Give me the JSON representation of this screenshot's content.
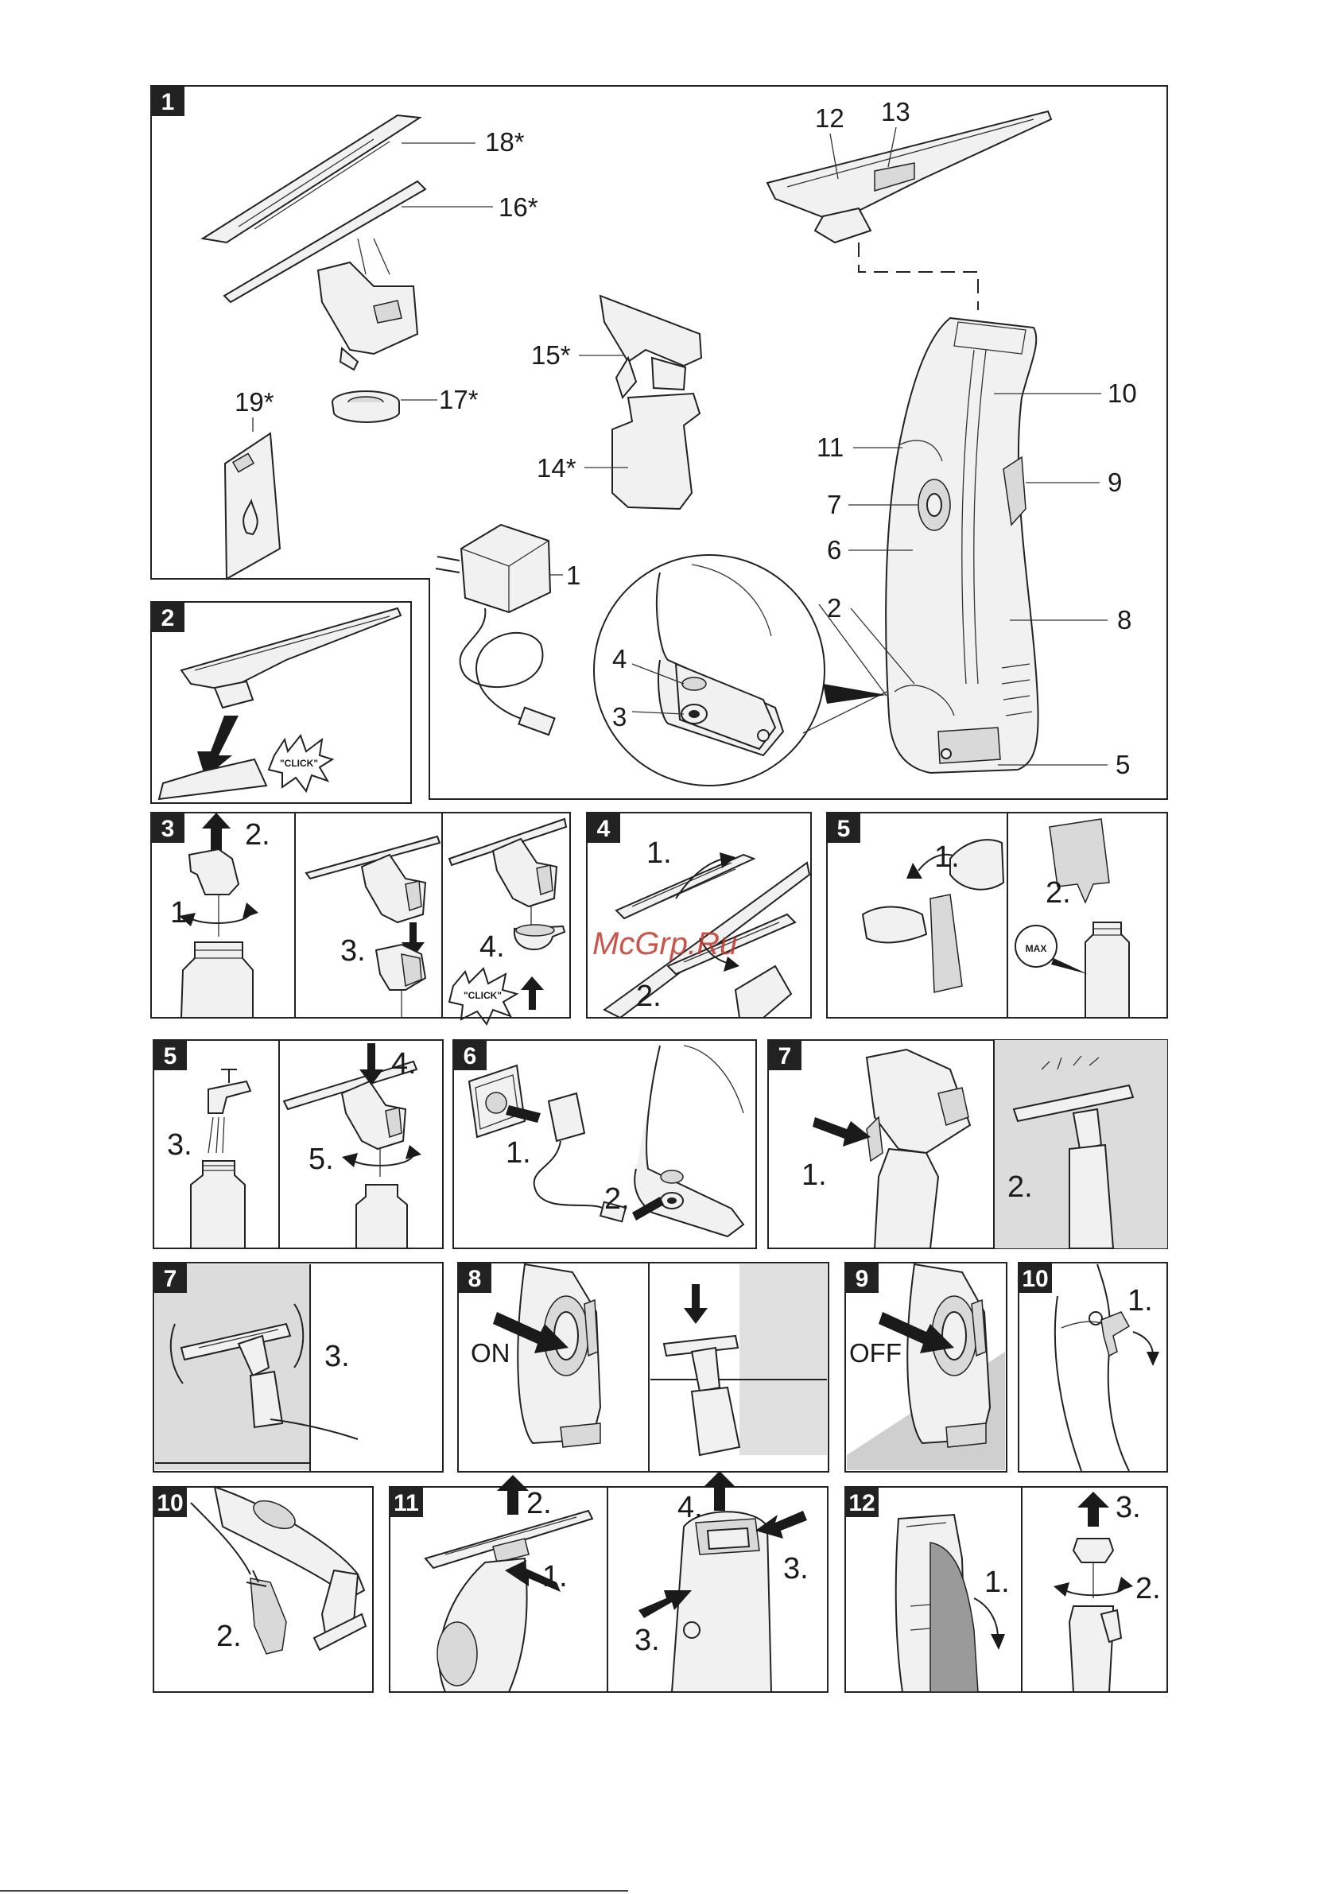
{
  "panels": [
    {
      "id": "1",
      "badge": "1"
    },
    {
      "id": "2",
      "badge": "2"
    },
    {
      "id": "3",
      "badge": "3"
    },
    {
      "id": "4",
      "badge": "4"
    },
    {
      "id": "5a",
      "badge": "5"
    },
    {
      "id": "5b",
      "badge": "5"
    },
    {
      "id": "6",
      "badge": "6"
    },
    {
      "id": "7a",
      "badge": "7"
    },
    {
      "id": "7b",
      "badge": "7"
    },
    {
      "id": "8",
      "badge": "8"
    },
    {
      "id": "9",
      "badge": "9"
    },
    {
      "id": "10a",
      "badge": "10"
    },
    {
      "id": "10b",
      "badge": "10"
    },
    {
      "id": "11",
      "badge": "11"
    },
    {
      "id": "12",
      "badge": "12"
    }
  ],
  "callouts": {
    "p1": [
      "18*",
      "16*",
      "12",
      "13",
      "15*",
      "17*",
      "19*",
      "10",
      "11",
      "14*",
      "9",
      "7",
      "6",
      "1",
      "2",
      "8",
      "4",
      "3",
      "5"
    ]
  },
  "steps": {
    "p3": [
      "2.",
      "1.",
      "3.",
      "4."
    ],
    "p4": [
      "1.",
      "2."
    ],
    "p5a": [
      "1.",
      "2."
    ],
    "p5b": [
      "3.",
      "4.",
      "5."
    ],
    "p6": [
      "1.",
      "2."
    ],
    "p7a": [
      "1.",
      "2."
    ],
    "p7b": [
      "3."
    ],
    "p10a": [
      "1."
    ],
    "p10b": [
      "2."
    ],
    "p11": [
      "2.",
      "1.",
      "4.",
      "3.",
      "3."
    ],
    "p12": [
      "3.",
      "1.",
      "2."
    ]
  },
  "words": {
    "click": "\"CLICK\"",
    "max": "MAX",
    "on": "ON",
    "off": "OFF"
  },
  "watermark": "McGrp.Ru"
}
